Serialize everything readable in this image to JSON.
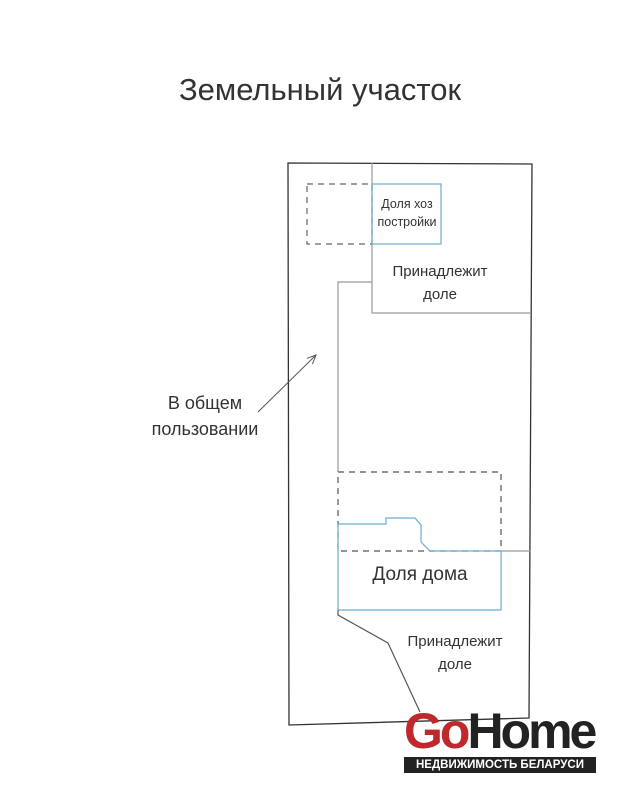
{
  "title": "Земельный участок",
  "labels": {
    "shed_share": "Доля хоз\nпостройки",
    "belongs_top": "Принадлежит\nдоле",
    "common_use": "В общем\nпользовании",
    "house_share": "Доля дома",
    "belongs_bottom": "Принадлежит\nдоле"
  },
  "logo": {
    "go": "Go",
    "home": "Home",
    "subtitle": "НЕДВИЖИМОСТЬ БЕЛАРУСИ"
  },
  "colors": {
    "outline": "#333333",
    "inner": "#9a9a9a",
    "share": "#6aaed0",
    "logo_red": "#c0282c"
  }
}
